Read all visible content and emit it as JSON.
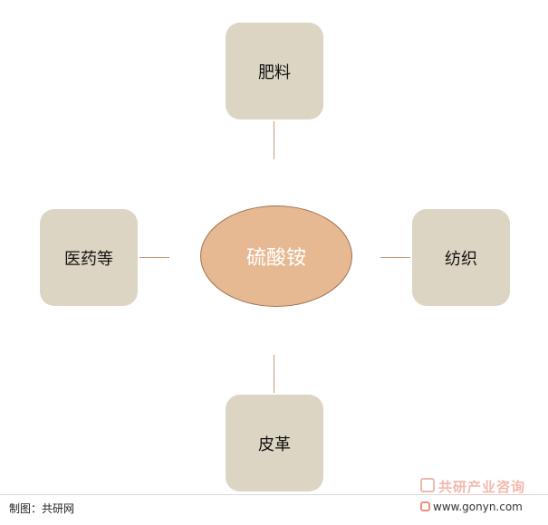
{
  "diagram": {
    "center": "硫酸铵",
    "top": "肥料",
    "left": "医药等",
    "right": "纺织",
    "bottom": "皮革"
  },
  "footer": {
    "credit": "制图：共研网"
  },
  "watermark": {
    "brand": "共研产业咨询",
    "url": "www.gonyn.com"
  },
  "colors": {
    "box_fill": "#ddd5c3",
    "center_fill": "#e6b993",
    "center_border": "#9c7051",
    "connector": "#c49a7d",
    "watermark": "#f3b8ad"
  }
}
